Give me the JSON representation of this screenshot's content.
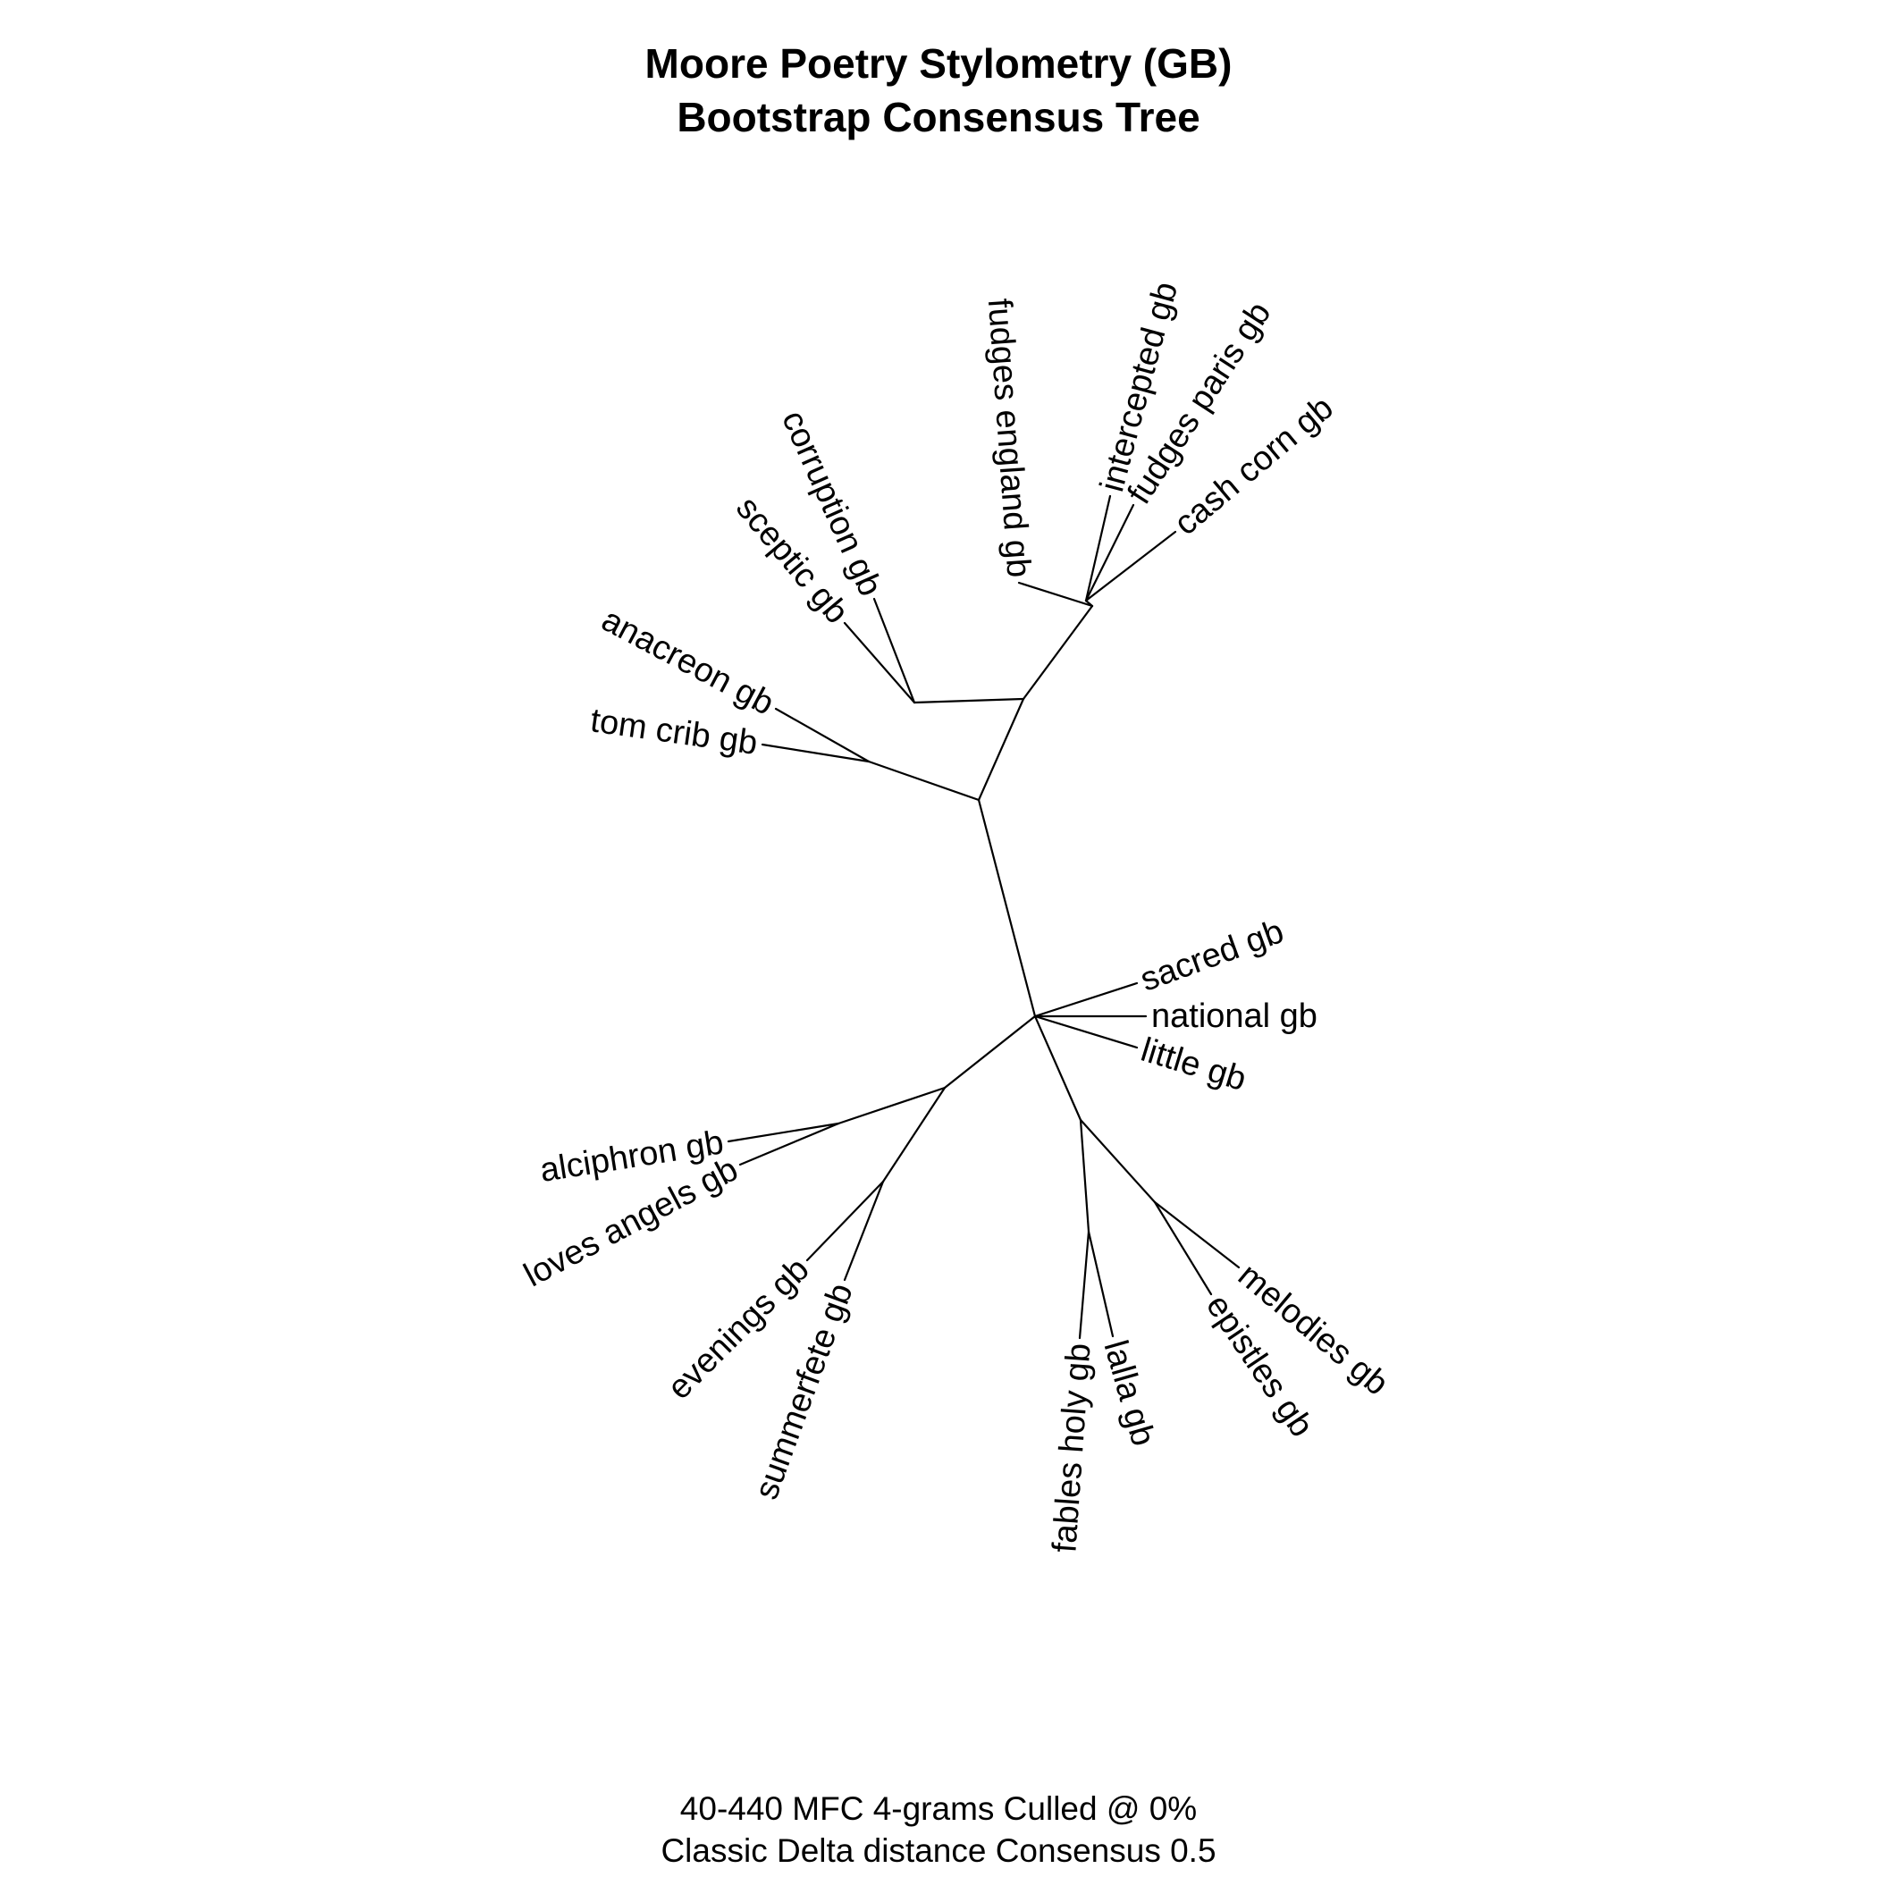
{
  "title": {
    "line1": "Moore Poetry Stylometry (GB)",
    "line2": "Bootstrap Consensus Tree"
  },
  "caption": {
    "line1": "40-440 MFC 4-grams Culled @ 0%",
    "line2": "Classic Delta distance Consensus 0.5"
  },
  "tree": {
    "type": "unrooted-consensus-tree",
    "line_color": "#000000",
    "nodes": [
      "root",
      "n_upper",
      "n_ac",
      "n_cs",
      "n_up_right",
      "n_fic",
      "n_lower",
      "n_ll",
      "n_al",
      "n_es",
      "n_right",
      "n_fl",
      "n_ep"
    ],
    "leaves": [
      {
        "id": "fudges_england",
        "label": "fudges england gb",
        "parent": "n_up_right"
      },
      {
        "id": "intercepted",
        "label": "intercepted gb",
        "parent": "n_fic"
      },
      {
        "id": "fudges_paris",
        "label": "fudges paris gb",
        "parent": "n_fic"
      },
      {
        "id": "cash_corn",
        "label": "cash corn gb",
        "parent": "n_fic"
      },
      {
        "id": "corruption",
        "label": "corruption gb",
        "parent": "n_cs"
      },
      {
        "id": "sceptic",
        "label": "sceptic gb",
        "parent": "n_cs"
      },
      {
        "id": "anacreon",
        "label": "anacreon gb",
        "parent": "n_ac"
      },
      {
        "id": "tom_crib",
        "label": "tom crib gb",
        "parent": "n_ac"
      },
      {
        "id": "sacred",
        "label": "sacred gb",
        "parent": "n_lower"
      },
      {
        "id": "national",
        "label": "national gb",
        "parent": "n_lower"
      },
      {
        "id": "little",
        "label": "little gb",
        "parent": "n_lower"
      },
      {
        "id": "alciphron",
        "label": "alciphron gb",
        "parent": "n_al"
      },
      {
        "id": "loves_angels",
        "label": "loves angels gb",
        "parent": "n_al"
      },
      {
        "id": "evenings",
        "label": "evenings gb",
        "parent": "n_es"
      },
      {
        "id": "summerfete",
        "label": "summerfete gb",
        "parent": "n_es"
      },
      {
        "id": "fables_holy",
        "label": "fables holy gb",
        "parent": "n_fl"
      },
      {
        "id": "lalla",
        "label": "lalla gb",
        "parent": "n_fl"
      },
      {
        "id": "epistles",
        "label": "epistles gb",
        "parent": "n_ep"
      },
      {
        "id": "melodies",
        "label": "melodies gb",
        "parent": "n_ep"
      }
    ]
  }
}
